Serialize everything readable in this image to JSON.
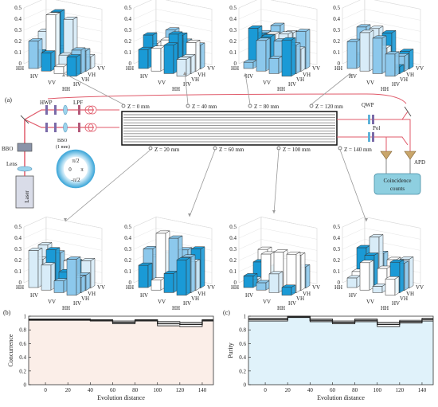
{
  "figure": {
    "panel_labels": {
      "a": "(a)",
      "b": "(b)",
      "c": "(c)"
    },
    "optics": {
      "hwp": "HWP",
      "lpf": "LPF",
      "bbo": "BBO",
      "bbo_small": "BBO",
      "bbo_thickness": "(1 mm)",
      "lens": "Lens",
      "laser": "Laser",
      "qwp": "QWP",
      "pol": "Pol",
      "apd": "APD",
      "coincidence_line1": "Coincidence",
      "coincidence_line2": "counts"
    },
    "phase_labels": {
      "top": "π/2",
      "left": "0",
      "right": "π",
      "bottom": "-π/2"
    },
    "z_labels_top": [
      "Z = 0 mm",
      "Z = 40 mm",
      "Z = 80 mm",
      "Z = 120 mm"
    ],
    "z_labels_bottom": [
      "Z = 20 mm",
      "Z = 60 mm",
      "Z = 100 mm",
      "Z = 140 mm"
    ],
    "bar3d": {
      "z_ticks": [
        "0.5",
        "0.4",
        "0.3",
        "0.2",
        "0.1",
        "0"
      ],
      "axis_labels": [
        "HH",
        "HV",
        "VV",
        "VH"
      ],
      "colors": {
        "dark": "#1a9ad6",
        "mid": "#8cc8ec",
        "light": "#d8ecf8",
        "white": "#ffffff"
      }
    }
  },
  "chart_data": [
    {
      "type": "line",
      "panel": "(b)",
      "xlabel": "Evolution distance",
      "ylabel": "Concurrence",
      "xlim": [
        -15,
        150
      ],
      "ylim": [
        0,
        1
      ],
      "x_ticks": [
        "0",
        "20",
        "40",
        "60",
        "80",
        "100",
        "120",
        "140"
      ],
      "y_ticks": [
        "0",
        "0.2",
        "0.4",
        "0.6",
        "0.8",
        "1"
      ],
      "grid": false,
      "fill_color": "#fbeee8",
      "x": [
        -15,
        0,
        20,
        40,
        60,
        80,
        100,
        120,
        140,
        150
      ],
      "series": [
        {
          "values": [
            0.96,
            0.96,
            0.96,
            0.95,
            0.93,
            0.95,
            0.92,
            0.91,
            0.95,
            0.95
          ]
        },
        {
          "values": [
            0.95,
            0.95,
            0.95,
            0.94,
            0.91,
            0.94,
            0.89,
            0.88,
            0.94,
            0.94
          ]
        },
        {
          "values": [
            0.94,
            0.94,
            0.94,
            0.93,
            0.89,
            0.93,
            0.86,
            0.85,
            0.93,
            0.93
          ]
        }
      ]
    },
    {
      "type": "line",
      "panel": "(c)",
      "xlabel": "Evolution distance",
      "ylabel": "Purity",
      "xlim": [
        -15,
        150
      ],
      "ylim": [
        0,
        1
      ],
      "x_ticks": [
        "0",
        "20",
        "40",
        "60",
        "80",
        "100",
        "120",
        "140"
      ],
      "y_ticks": [
        "0",
        "0.2",
        "0.4",
        "0.6",
        "0.8",
        "1"
      ],
      "grid": false,
      "fill_color": "#e0f2fa",
      "x": [
        -15,
        0,
        20,
        40,
        60,
        80,
        100,
        120,
        140,
        150
      ],
      "series": [
        {
          "values": [
            0.97,
            0.97,
            1.0,
            0.96,
            0.93,
            0.96,
            0.91,
            0.94,
            0.97,
            0.97
          ]
        },
        {
          "values": [
            0.95,
            0.95,
            0.99,
            0.94,
            0.91,
            0.94,
            0.88,
            0.92,
            0.95,
            0.95
          ]
        },
        {
          "values": [
            0.93,
            0.93,
            0.98,
            0.92,
            0.89,
            0.92,
            0.85,
            0.9,
            0.93,
            0.93
          ]
        }
      ]
    }
  ]
}
